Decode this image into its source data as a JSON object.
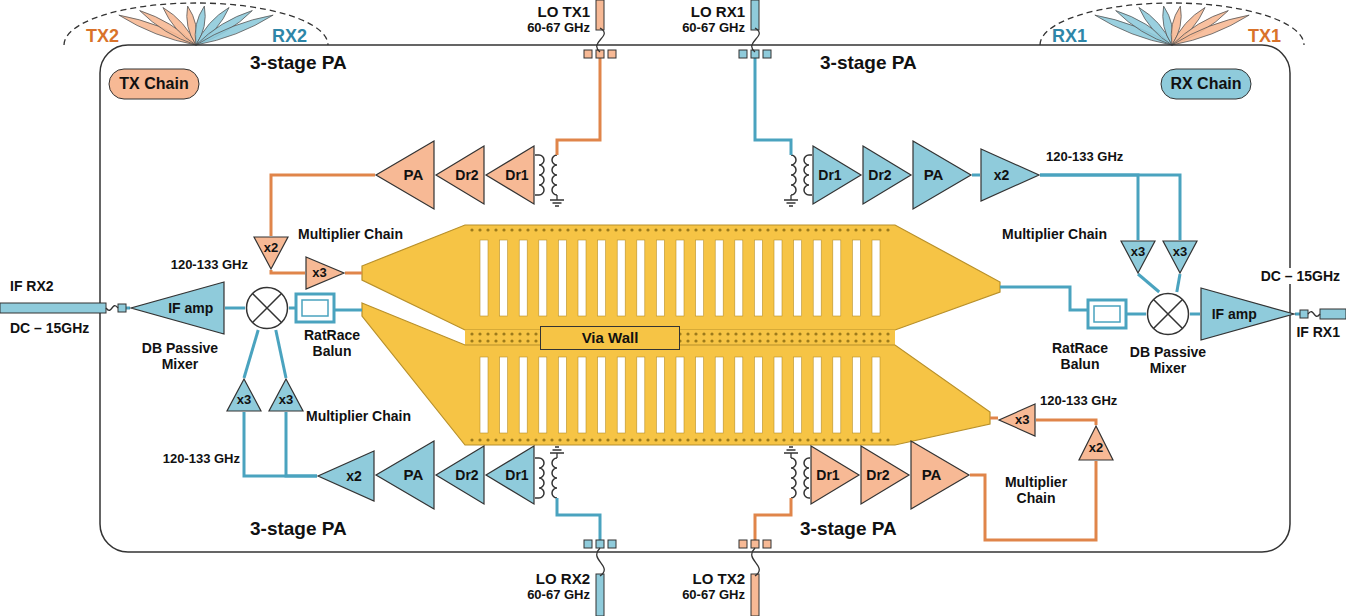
{
  "diagram": {
    "nodes": [
      {
        "text": [
          "TX Chain"
        ]
      },
      {
        "text": [
          "RX Chain"
        ]
      },
      {
        "text": [
          "PA"
        ]
      },
      {
        "text": [
          "Dr2"
        ]
      },
      {
        "text": [
          "Dr1"
        ]
      },
      {
        "text": [
          "x2"
        ]
      },
      {
        "text": [
          "x3"
        ]
      },
      {
        "text": [
          "Dr1"
        ]
      },
      {
        "text": [
          "Dr2"
        ]
      },
      {
        "text": [
          "PA"
        ]
      },
      {
        "text": [
          "x2"
        ]
      },
      {
        "text": [
          "x3"
        ]
      },
      {
        "text": [
          "x3"
        ]
      },
      {
        "text": [
          "DB Passive Mixer"
        ]
      },
      {
        "text": [
          "IF amp"
        ]
      },
      {
        "text": [
          "Via Wall"
        ]
      },
      {
        "text": [
          "IF amp"
        ]
      },
      {
        "text": [
          "DB Passive Mixer"
        ]
      },
      {
        "text": [
          "x3"
        ]
      },
      {
        "text": [
          "x3"
        ]
      },
      {
        "text": [
          "x2"
        ]
      },
      {
        "text": [
          "PA"
        ]
      },
      {
        "text": [
          "Dr2"
        ]
      },
      {
        "text": [
          "Dr1"
        ]
      },
      {
        "text": [
          "Dr1"
        ]
      },
      {
        "text": [
          "Dr2"
        ]
      },
      {
        "text": [
          "PA"
        ]
      },
      {
        "text": [
          "x2"
        ]
      },
      {
        "text": [
          "x3"
        ]
      }
    ],
    "edges": [
      {
        "from": 2,
        "to": 5,
        "arrow": "none"
      },
      {
        "from": 5,
        "to": 6,
        "arrow": "none"
      },
      {
        "from": 9,
        "to": 10,
        "arrow": "none"
      },
      {
        "from": 10,
        "to": 11,
        "arrow": "none"
      },
      {
        "from": 10,
        "to": 12,
        "arrow": "none"
      },
      {
        "from": 11,
        "to": 13,
        "arrow": "none"
      },
      {
        "from": 12,
        "to": 13,
        "arrow": "none"
      },
      {
        "from": 13,
        "to": 14,
        "arrow": "none"
      },
      {
        "from": 17,
        "to": 16,
        "arrow": "none"
      },
      {
        "from": 18,
        "to": 17,
        "arrow": "none"
      },
      {
        "from": 19,
        "to": 17,
        "arrow": "none"
      },
      {
        "from": 20,
        "to": 18,
        "arrow": "none"
      },
      {
        "from": 20,
        "to": 19,
        "arrow": "none"
      },
      {
        "from": 26,
        "to": 27,
        "arrow": "none"
      },
      {
        "from": 27,
        "to": 28,
        "arrow": "none"
      }
    ],
    "labels": [
      "TX2",
      "RX2",
      "RX1",
      "TX1",
      "3-stage PA",
      "LO TX1",
      "60-67 GHz",
      "LO RX1",
      "60-67 GHz",
      "3-stage PA",
      "Multiplier Chain",
      "120-133 GHz",
      "120-133 GHz",
      "Multiplier Chain",
      "RatRace Balun",
      "DC – 15GHz",
      "IF RX1",
      "IF RX2",
      "DC – 15GHz",
      "RatRace Balun",
      "Multiplier Chain",
      "120-133 GHz",
      "3-stage PA",
      "LO RX2",
      "60-67 GHz",
      "LO TX2",
      "60-67 GHz",
      "3-stage PA",
      "Multiplier Chain",
      "120-133 GHz"
    ]
  }
}
